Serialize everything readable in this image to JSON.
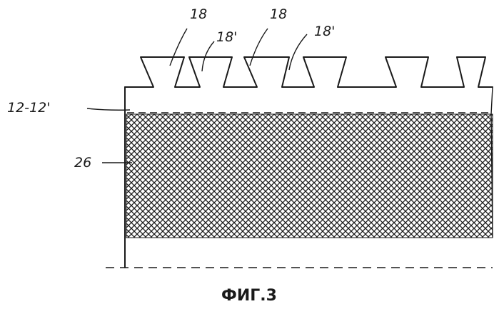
{
  "figure": {
    "caption": "ФИГ.3",
    "labels": {
      "profile_a": "18",
      "profile_b": "18",
      "groove_a": "18'",
      "groove_b": "18'",
      "layer": "12-12'",
      "mesh": "26"
    }
  }
}
